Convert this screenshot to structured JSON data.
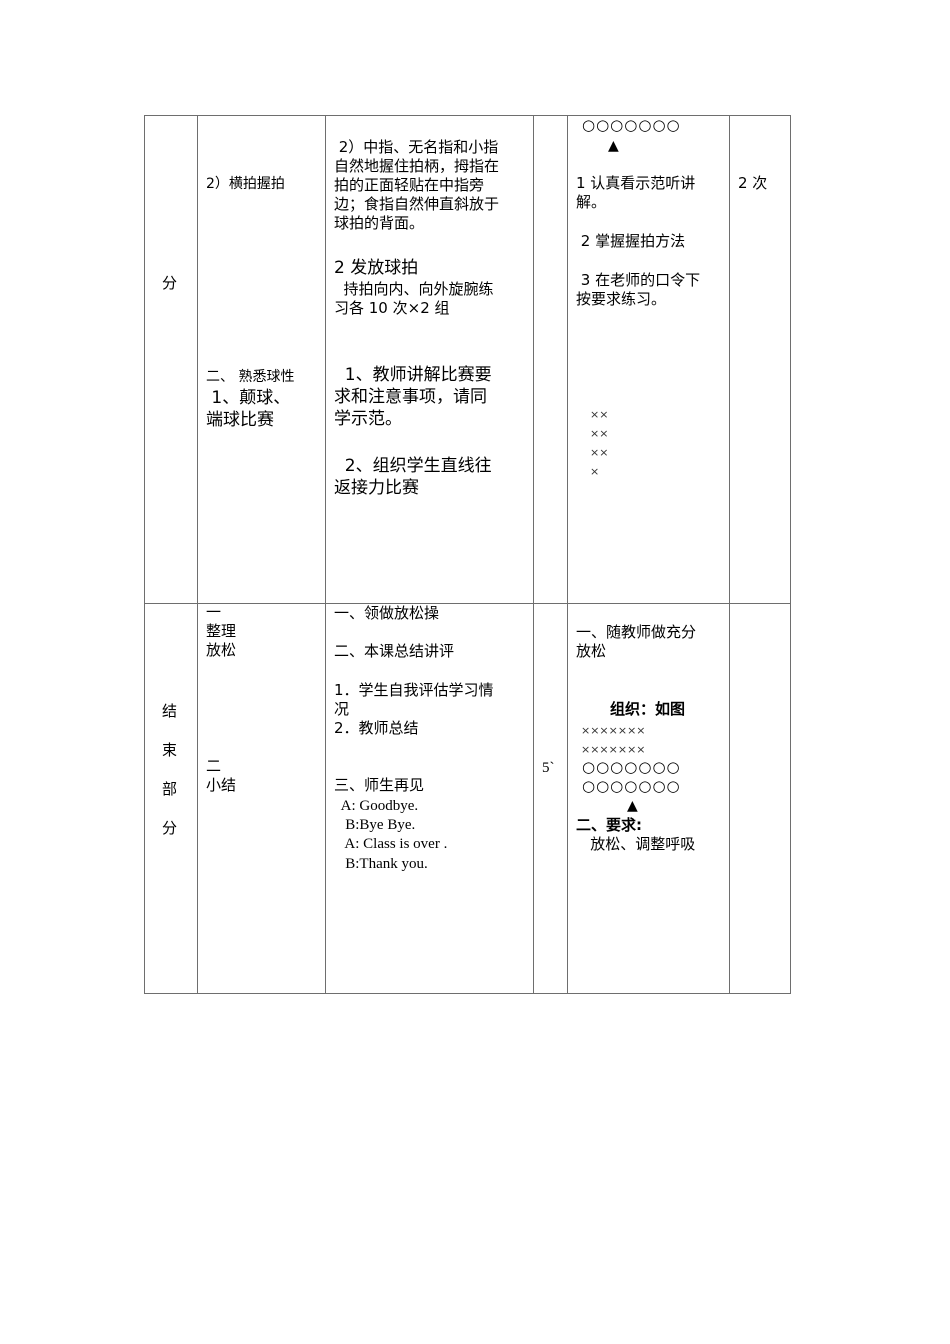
{
  "document": {
    "row1": {
      "section_label": "分",
      "content_title": "2）横拍握拍",
      "content_section2": [
        "二、 熟悉球性",
        " 1、颠球、",
        "端球比赛"
      ],
      "teacher_activity": {
        "grip_lines": [
          " 2）中指、无名指和小指",
          "自然地握住拍柄，拇指在",
          "拍的正面轻贴在中指旁",
          "边；食指自然伸直斜放于",
          "球拍的背面。"
        ],
        "release_title": "2 发放球拍",
        "release_lines": [
          "  持拍向内、向外旋腕练",
          "习各 10 次×2 组"
        ],
        "game_lines_1": [
          "  1、教师讲解比赛要",
          "求和注意事项，请同",
          "学示范。"
        ],
        "game_lines_2": [
          "  2、组织学生直线往",
          "返接力比赛"
        ]
      },
      "time": "",
      "student_activity": {
        "formation_circles": "○○○○○○○",
        "teacher_marker": "▲",
        "items": [
          "1 认真看示范听讲",
          "解。",
          " 2 掌握握拍方法",
          " 3 在老师的口令下",
          "按要求练习。"
        ],
        "cross_formation": [
          "××",
          "××",
          "××",
          "×"
        ]
      },
      "count": "2 次"
    },
    "row2": {
      "section_label": [
        "结",
        "束",
        "部",
        "分"
      ],
      "content": {
        "part1": [
          "一",
          "整理",
          "放松"
        ],
        "part2": [
          "二",
          "小结"
        ]
      },
      "teacher_activity": {
        "item1": "一、领做放松操",
        "item2": "二、本课总结讲评",
        "sub1": [
          "1．学生自我评估学习情",
          "况"
        ],
        "sub2": "2．教师总结",
        "item3": "三、师生再见",
        "dialog": [
          "  A: Goodbye.",
          "   B:Bye Bye.",
          "   A: Class is over .",
          "   B:Thank you."
        ]
      },
      "time": "5`",
      "student_activity": {
        "item1": [
          "一、随教师做充分",
          "放松"
        ],
        "org_title": "组织：如图",
        "crosses": [
          "×××××××",
          "×××××××"
        ],
        "circles": [
          "○○○○○○○",
          "○○○○○○○"
        ],
        "teacher_marker": "▲",
        "req_title": "二、要求:",
        "req_text": "   放松、调整呼吸"
      },
      "count": ""
    }
  }
}
